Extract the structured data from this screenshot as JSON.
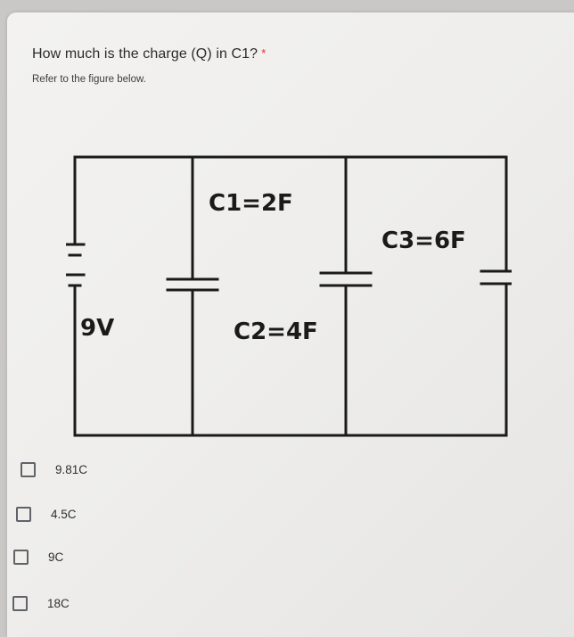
{
  "question": {
    "title": "How much is the charge (Q) in C1?",
    "required_mark": "*",
    "description": "Refer to the figure below."
  },
  "figure": {
    "labels": {
      "battery": "9V",
      "c1": "C1=2F",
      "c2": "C2=4F",
      "c3": "C3=6F"
    }
  },
  "options": [
    {
      "label": "9.81C",
      "checked": false
    },
    {
      "label": "4.5C",
      "checked": false
    },
    {
      "label": "9C",
      "checked": false
    },
    {
      "label": "18C",
      "checked": false
    }
  ]
}
